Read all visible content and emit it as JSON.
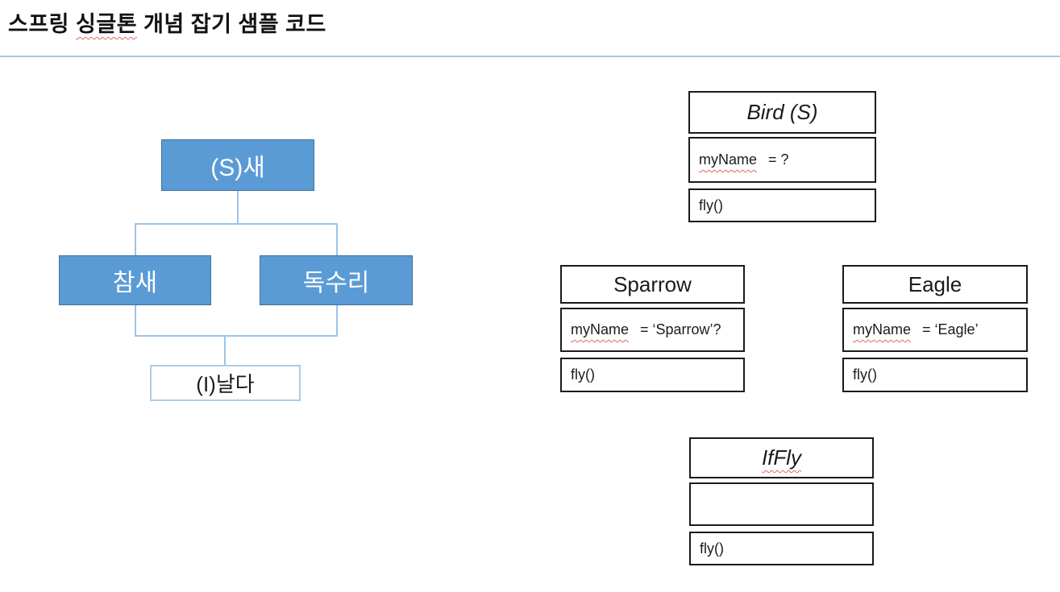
{
  "title": {
    "part1": "스프링 ",
    "misspelled": "싱글톤",
    "part2": " 개념 잡기 샘플 코드"
  },
  "colors": {
    "node_fill": "#5b9bd5",
    "node_border": "#41719c",
    "connector_blue": "#9dc3e6",
    "divider_blue": "#a9c6e8",
    "spellcheck_red": "#e0695f",
    "box_border_black": "#1b1b1b"
  },
  "hierarchy_diagram": {
    "root_label": "(S)새",
    "left_child_label": "참새",
    "right_child_label": "독수리",
    "interface_label": "(I)날다"
  },
  "class_diagrams": {
    "bird": {
      "title": "Bird (S)",
      "attr_name": "myName",
      "attr_rest": "= ?",
      "method": "fly()"
    },
    "sparrow": {
      "title": "Sparrow",
      "attr_name": "myName",
      "attr_rest": "= ‘Sparrow’?",
      "method": "fly()"
    },
    "eagle": {
      "title": "Eagle",
      "attr_name": "myName",
      "attr_rest": "= ‘Eagle’",
      "method": "fly()"
    },
    "iffly": {
      "title": "IfFly",
      "method": "fly()"
    }
  }
}
